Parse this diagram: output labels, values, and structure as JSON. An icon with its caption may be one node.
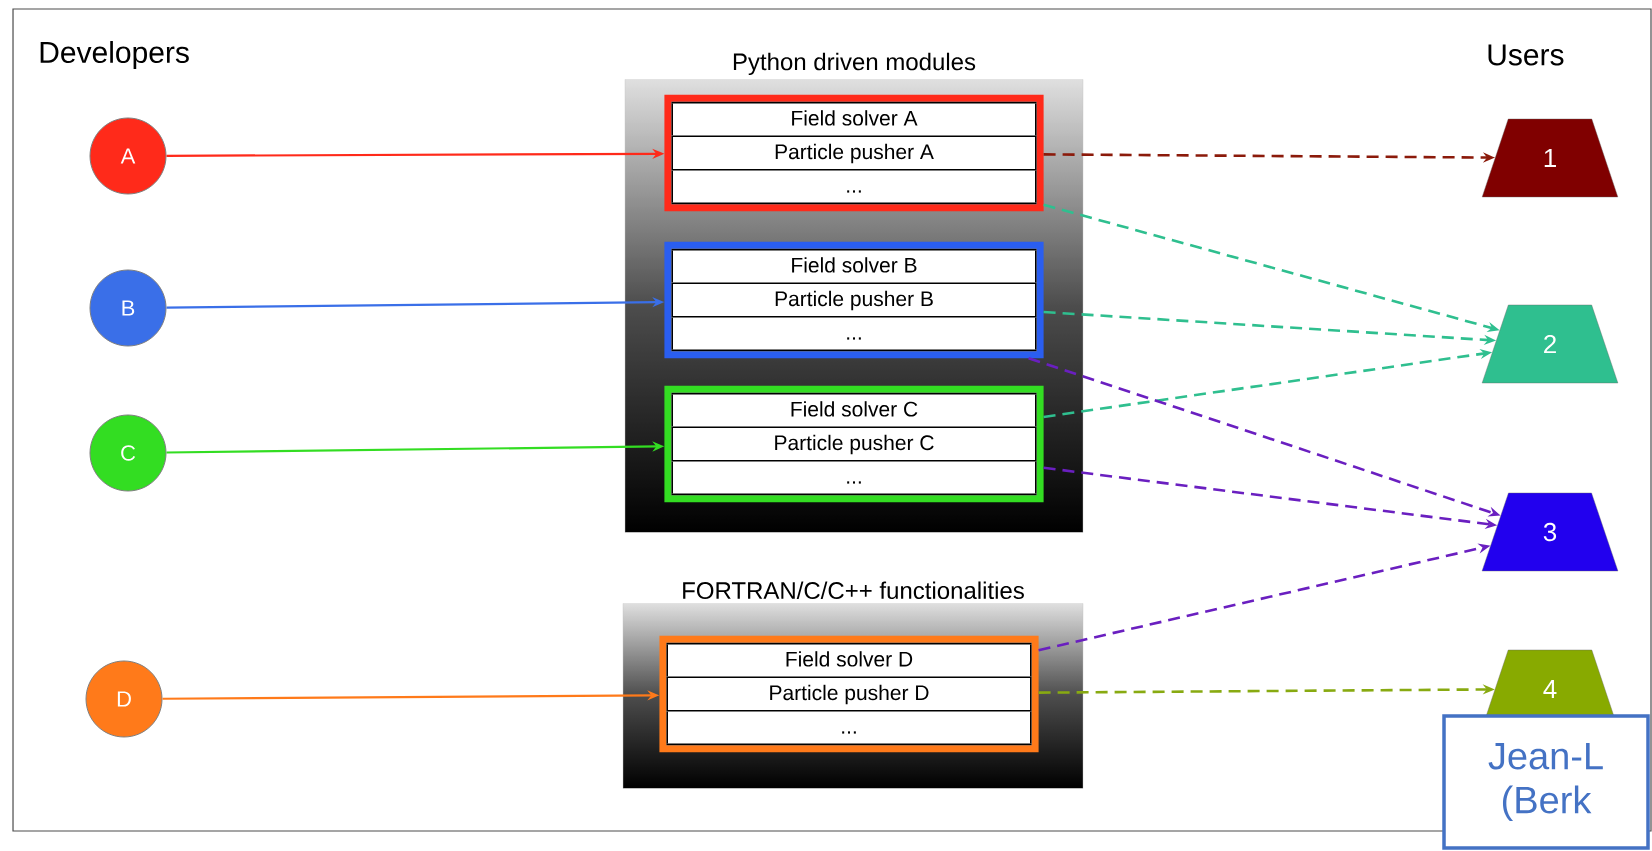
{
  "diagram": {
    "nodes": [
      {
        "text": [
          "A"
        ]
      },
      {
        "text": [
          "B"
        ]
      },
      {
        "text": [
          "C"
        ]
      },
      {
        "text": [
          "D"
        ]
      },
      {
        "text": [
          "Python driven modules"
        ]
      },
      {
        "text": [
          "Field solver A",
          "Particle pusher A",
          "..."
        ],
        "in": 4
      },
      {
        "text": [
          "Field solver B",
          "Particle pusher B",
          "..."
        ],
        "in": 4
      },
      {
        "text": [
          "Field solver C",
          "Particle pusher C",
          "..."
        ],
        "in": 4
      },
      {
        "text": [
          "FORTRAN/C/C++ functionalities"
        ]
      },
      {
        "text": [
          "Field solver D",
          "Particle pusher D",
          "..."
        ],
        "in": 8
      },
      {
        "text": [
          "1"
        ]
      },
      {
        "text": [
          "2"
        ]
      },
      {
        "text": [
          "3"
        ]
      },
      {
        "text": [
          "4"
        ]
      },
      {
        "text": [
          "Jean-L (Berk"
        ]
      }
    ],
    "edges": [
      {
        "from": 0,
        "to": 5,
        "arrow": "to",
        "color": "#ff2a1a"
      },
      {
        "from": 1,
        "to": 6,
        "arrow": "to",
        "color": "#3a6fe8"
      },
      {
        "from": 2,
        "to": 7,
        "arrow": "to",
        "color": "#33dd22"
      },
      {
        "from": 3,
        "to": 9,
        "arrow": "to",
        "color": "#ff7a1a"
      },
      {
        "from": 5,
        "to": 10,
        "arrow": "to",
        "style": "dashed",
        "color": "#8b1a0a"
      },
      {
        "from": 5,
        "to": 11,
        "arrow": "to",
        "style": "dashed",
        "color": "#2fbf8f"
      },
      {
        "from": 6,
        "to": 11,
        "arrow": "to",
        "style": "dashed",
        "color": "#2fbf8f"
      },
      {
        "from": 7,
        "to": 11,
        "arrow": "to",
        "style": "dashed",
        "color": "#2fbf8f"
      },
      {
        "from": 6,
        "to": 12,
        "arrow": "to",
        "style": "dashed",
        "color": "#6a1fc0"
      },
      {
        "from": 7,
        "to": 12,
        "arrow": "to",
        "style": "dashed",
        "color": "#6a1fc0"
      },
      {
        "from": 9,
        "to": 12,
        "arrow": "to",
        "style": "dashed",
        "color": "#6a1fc0"
      },
      {
        "from": 9,
        "to": 13,
        "arrow": "to",
        "style": "dashed",
        "color": "#88aa11"
      }
    ],
    "labels": [
      "Developers",
      "Users"
    ]
  }
}
